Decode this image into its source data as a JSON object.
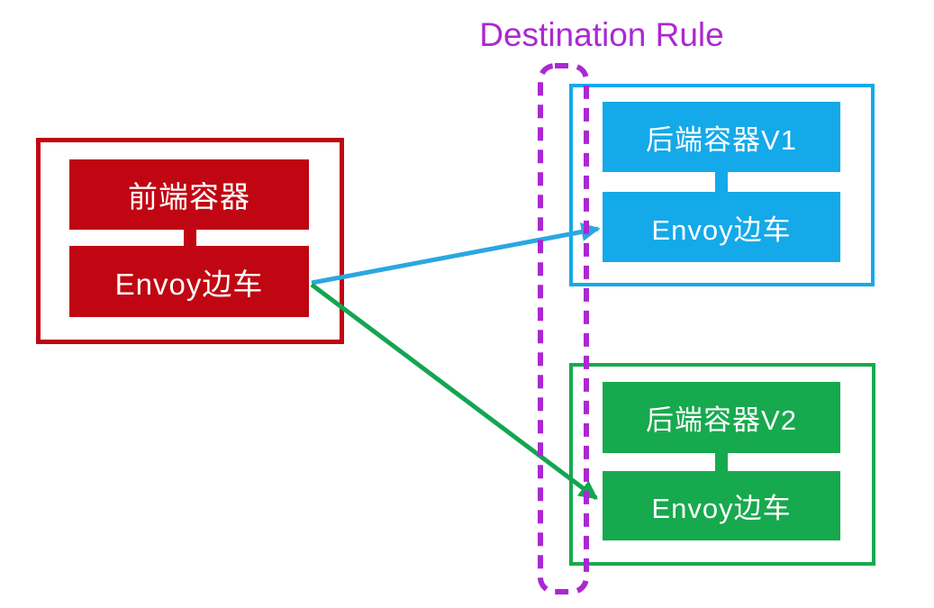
{
  "title": {
    "text": "Destination Rule"
  },
  "colors": {
    "red": "#c00612",
    "blue": "#14a9e9",
    "green": "#17a94e",
    "purple": "#ab28d2",
    "arrow-blue": "#2aa7e1",
    "arrow-green": "#13a552",
    "box-text": "#ffffff"
  },
  "groups": {
    "frontend": {
      "container_label": "前端容器",
      "sidecar_label": "Envoy边车"
    },
    "backend_v1": {
      "container_label": "后端容器V1",
      "sidecar_label": "Envoy边车"
    },
    "backend_v2": {
      "container_label": "后端容器V2",
      "sidecar_label": "Envoy边车"
    }
  },
  "arrows": [
    {
      "name": "frontend-to-backend-v1",
      "color": "#2aa7e1"
    },
    {
      "name": "frontend-to-backend-v2",
      "color": "#13a552"
    }
  ],
  "destination_rule_selector": {
    "shape": "dashed-rounded-rect",
    "color": "#ab28d2"
  }
}
